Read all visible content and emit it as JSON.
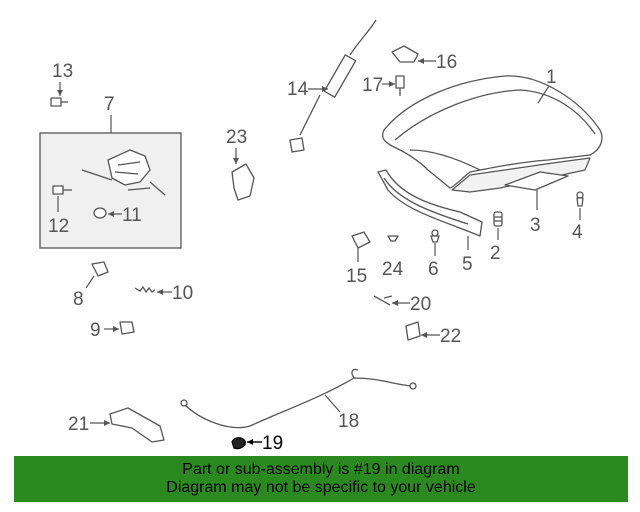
{
  "diagram": {
    "callouts": {
      "c1": "1",
      "c2": "2",
      "c3": "3",
      "c4": "4",
      "c5": "5",
      "c6": "6",
      "c7": "7",
      "c8": "8",
      "c9": "9",
      "c10": "10",
      "c11": "11",
      "c12": "12",
      "c13": "13",
      "c14": "14",
      "c15": "15",
      "c16": "16",
      "c17": "17",
      "c18": "18",
      "c19": "19",
      "c20": "20",
      "c21": "21",
      "c22": "22",
      "c23": "23",
      "c24": "24"
    },
    "highlighted_part": "19",
    "highlight_color": "#000000",
    "part_color": "#555555"
  },
  "banner": {
    "line1": "Part or sub-assembly is #19 in diagram",
    "line2": "Diagram may not be specific to your vehicle",
    "background_color": "#2a8a1f"
  }
}
